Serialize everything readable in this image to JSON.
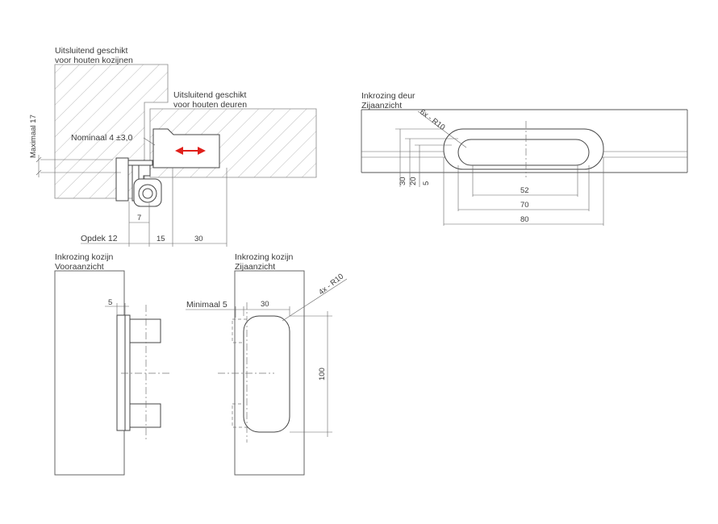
{
  "view_frame_hinge": {
    "label_frame": [
      "Uitsluitend geschikt",
      "voor houten kozijnen"
    ],
    "label_door": [
      "Uitsluitend geschikt",
      "voor houten deuren"
    ],
    "nominal": "Nominaal 4 ±3,0",
    "maximal": "Maximaal 17",
    "dim_7": "7",
    "opdek": "Opdek 12",
    "dim_15": "15",
    "dim_30": "30",
    "arrow_color": "#e0201b"
  },
  "view_door_recess": {
    "title": [
      "Inkrozing deur",
      "Zijaanzicht"
    ],
    "radius": "6x - R10",
    "dim_30": "30",
    "dim_20": "20",
    "dim_5": "5",
    "dim_52": "52",
    "dim_70": "70",
    "dim_80": "80"
  },
  "view_frame_front": {
    "title": [
      "Inkrozing kozijn",
      "Vooraanzicht"
    ],
    "dim_5": "5"
  },
  "view_frame_side": {
    "title": [
      "Inkrozing kozijn",
      "Zijaanzicht"
    ],
    "minimal": "Minimaal 5",
    "dim_30": "30",
    "radius": "4x - R10",
    "dim_100": "100"
  }
}
